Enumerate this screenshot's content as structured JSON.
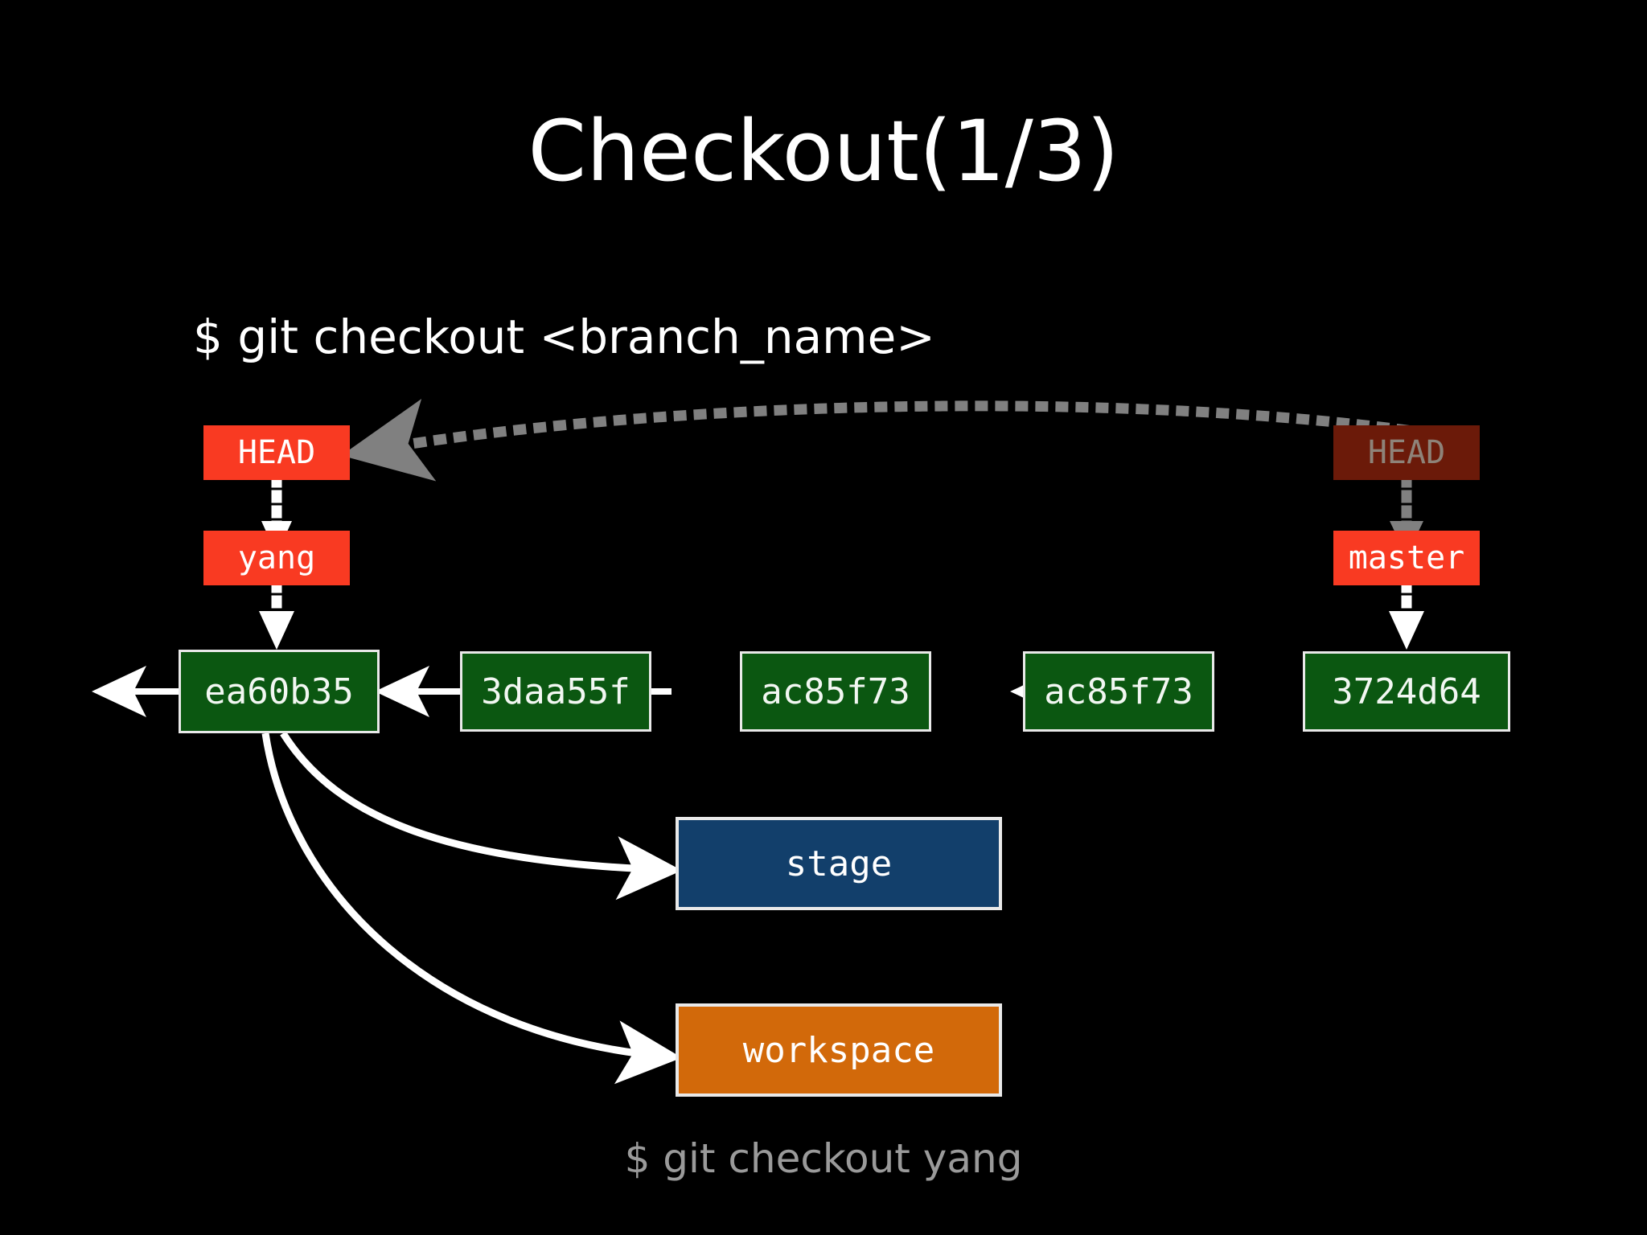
{
  "slide": {
    "title": "Checkout(1/3)",
    "command": "$ git checkout <branch_name>",
    "caption": "$ git checkout yang",
    "background_color": "#000000"
  },
  "colors": {
    "ref_active": "#f93a22",
    "ref_dimmed": "#6b1a09",
    "ref_dimmed_text": "#8e8379",
    "commit": "#0b5711",
    "commit_border": "#e9e9e9",
    "stage": "#123f6b",
    "workspace": "#d2690a",
    "arrow_white": "#ffffff",
    "arrow_gray": "#808080",
    "caption_text": "#9a9a9a",
    "title_text": "#ffffff"
  },
  "refs": {
    "left_head": {
      "label": "HEAD",
      "state": "active"
    },
    "left_branch": {
      "label": "yang",
      "state": "active"
    },
    "right_head": {
      "label": "HEAD",
      "state": "dimmed"
    },
    "right_branch": {
      "label": "master",
      "state": "active"
    }
  },
  "commits": [
    {
      "hash": "ea60b35"
    },
    {
      "hash": "3daa55f"
    },
    {
      "hash": "ac85f73"
    },
    {
      "hash": "ac85f73"
    },
    {
      "hash": "3724d64"
    }
  ],
  "areas": {
    "stage": {
      "label": "stage"
    },
    "workspace": {
      "label": "workspace"
    }
  },
  "arrows": {
    "head_move": {
      "name": "head-move-arrow",
      "style": "dotted-curved",
      "color": "#808080",
      "direction": "right-to-left"
    },
    "left_head_to_branch": {
      "name": "head-to-yang-arrow",
      "style": "dotted",
      "color": "#ffffff",
      "direction": "down"
    },
    "left_branch_to_commit": {
      "name": "yang-to-commit-arrow",
      "style": "dotted",
      "color": "#ffffff",
      "direction": "down"
    },
    "right_head_to_branch": {
      "name": "head-to-master-arrow",
      "style": "dotted",
      "color": "#808080",
      "direction": "down"
    },
    "right_branch_to_commit": {
      "name": "master-to-commit-arrow",
      "style": "dotted",
      "color": "#ffffff",
      "direction": "down"
    },
    "commit_to_stage": {
      "name": "commit-to-stage-arrow",
      "style": "curved-solid",
      "color": "#ffffff"
    },
    "commit_to_workspace": {
      "name": "commit-to-workspace-arrow",
      "style": "curved-solid",
      "color": "#ffffff"
    },
    "commit_chain": {
      "name": "commit-parent-arrow",
      "style": "solid",
      "color": "#ffffff",
      "direction": "right-to-left"
    }
  }
}
